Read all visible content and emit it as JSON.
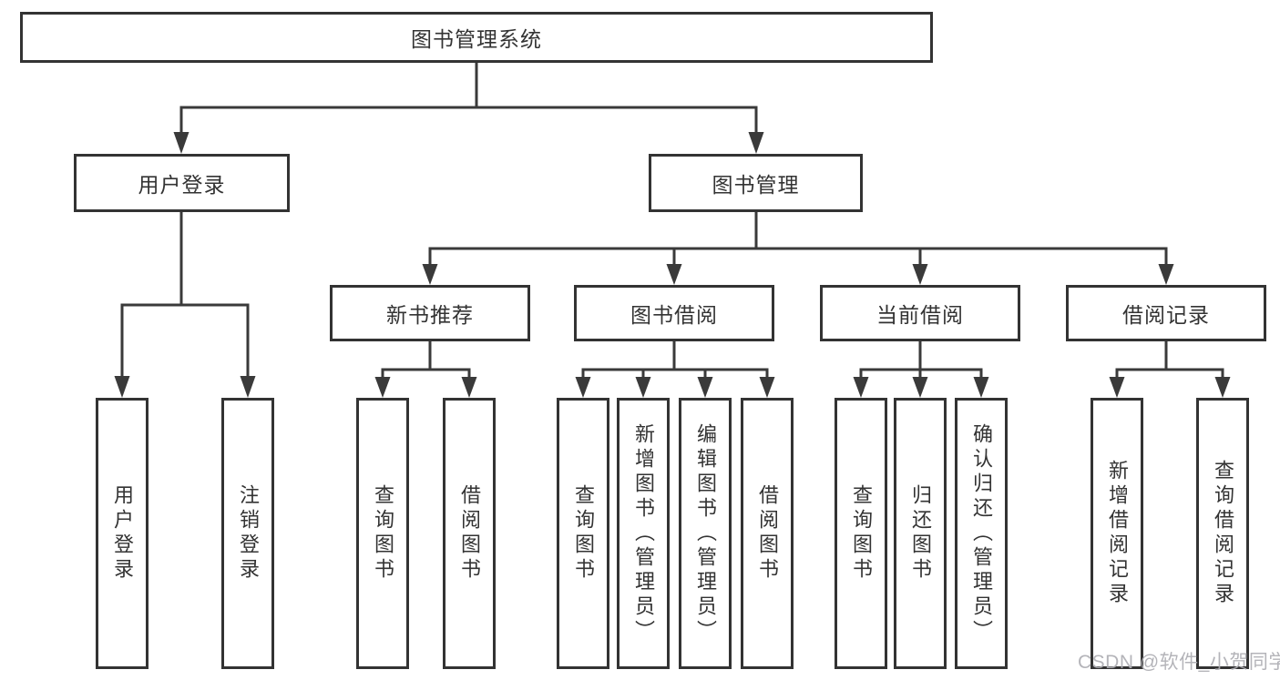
{
  "tree": {
    "label": "图书管理系统",
    "children": [
      {
        "label": "用户登录",
        "children": [
          {
            "label": "用户登录"
          },
          {
            "label": "注销登录"
          }
        ]
      },
      {
        "label": "图书管理",
        "children": [
          {
            "label": "新书推荐",
            "children": [
              {
                "label": "查询图书"
              },
              {
                "label": "借阅图书"
              }
            ]
          },
          {
            "label": "图书借阅",
            "children": [
              {
                "label": "查询图书"
              },
              {
                "label": "新增图书（管理员）"
              },
              {
                "label": "编辑图书（管理员）"
              },
              {
                "label": "借阅图书"
              }
            ]
          },
          {
            "label": "当前借阅",
            "children": [
              {
                "label": "查询图书"
              },
              {
                "label": "归还图书"
              },
              {
                "label": "确认归还（管理员）"
              }
            ]
          },
          {
            "label": "借阅记录",
            "children": [
              {
                "label": "新增借阅记录"
              },
              {
                "label": "查询借阅记录"
              }
            ]
          }
        ]
      }
    ]
  },
  "watermark": {
    "text": "CSDN @软件_小贺同学"
  },
  "colors": {
    "line": "#3a3a3a",
    "box_border": "#333333",
    "box_fill": "#ffffff",
    "text": "#333333",
    "watermark": "#aeaeb4",
    "background": "#ffffff"
  }
}
